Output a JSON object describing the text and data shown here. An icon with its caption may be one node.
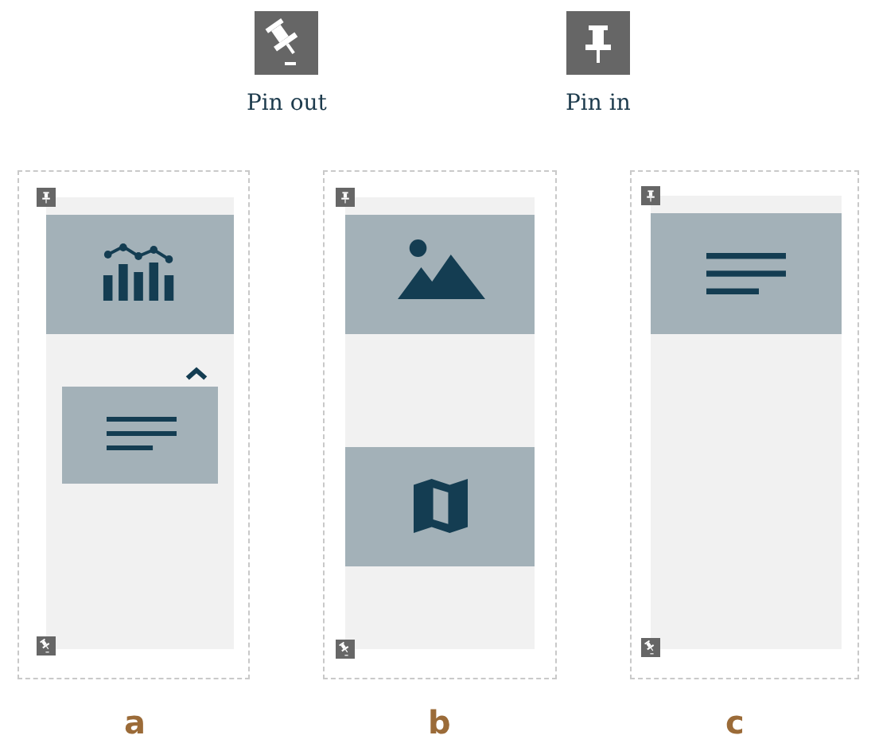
{
  "diagram": {
    "labels": [
      "Pin out",
      "Pin in",
      "a",
      "b",
      "c"
    ]
  }
}
